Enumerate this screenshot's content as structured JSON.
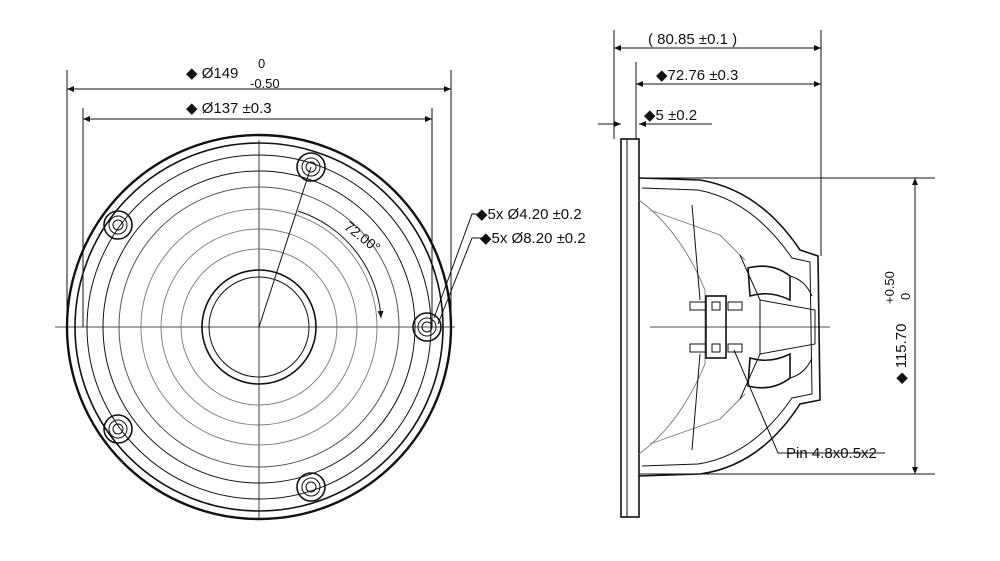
{
  "front_view": {
    "outer_diameter_symbol": "◆ Ø149",
    "outer_tol_upper": "0",
    "outer_tol_lower": "-0.50",
    "inner_diameter": "◆ Ø137 ±0.3",
    "hole_small": "◆5x Ø4.20 ±0.2",
    "hole_large": "◆5x Ø8.20 ±0.2",
    "angle": "72.00°"
  },
  "side_view": {
    "overall_depth": "( 80.85 ±0.1 )",
    "body_depth": "◆72.76 ±0.3",
    "flange_thickness": "◆5 ±0.2",
    "magnet_diameter_main": "◆ 115.70",
    "magnet_tol_upper": "+0.50",
    "magnet_tol_lower": "0",
    "pin_label": "Pin 4.8x0.5x2"
  }
}
